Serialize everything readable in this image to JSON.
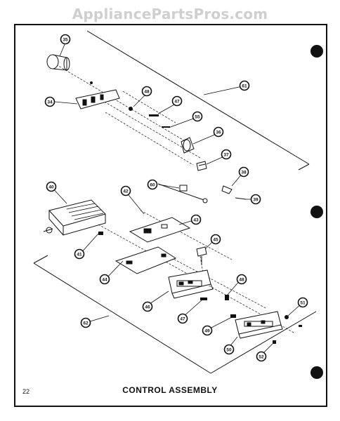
{
  "watermark": "AppliancePartsPros.com",
  "page_number": "22",
  "title": "CONTROL ASSEMBLY",
  "callouts": [
    "35",
    "34",
    "48",
    "47",
    "55",
    "36",
    "37",
    "61",
    "38",
    "39",
    "60",
    "40",
    "42",
    "43",
    "45",
    "41",
    "44",
    "46",
    "47",
    "48",
    "49",
    "50",
    "51",
    "52",
    "62"
  ]
}
